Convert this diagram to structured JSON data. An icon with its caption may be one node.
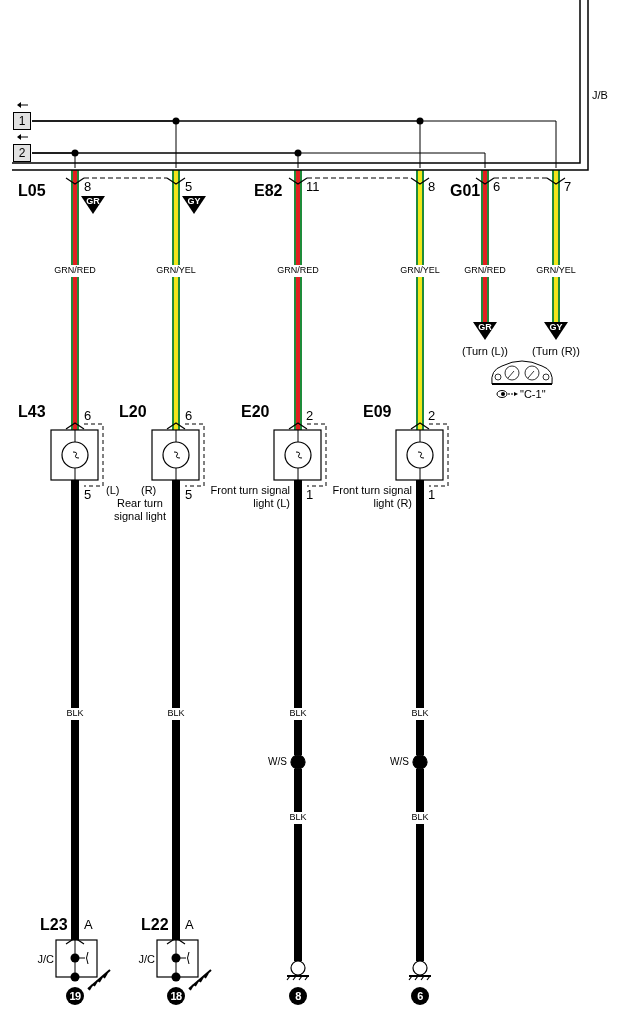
{
  "diagram": {
    "nodes": [
      {
        "text": [
          "J/B"
        ]
      },
      {
        "text": [
          "1"
        ],
        "in": 0
      },
      {
        "text": [
          "2"
        ],
        "in": 0
      },
      {
        "text": [
          "L05"
        ],
        "in": 0
      },
      {
        "text": [
          "E82"
        ],
        "in": 0
      },
      {
        "text": [
          "G01"
        ],
        "in": 0
      },
      {
        "text": [
          "L43"
        ]
      },
      {
        "text": [
          "L20"
        ]
      },
      {
        "text": [
          "E20"
        ],
        "beside": [
          "Front turn signal light (L)"
        ]
      },
      {
        "text": [
          "E09"
        ],
        "beside": [
          "Front turn signal light (R)"
        ]
      },
      {
        "text": [
          "GR"
        ],
        "beside": [
          "(Turn (L))"
        ]
      },
      {
        "text": [
          "GY"
        ],
        "beside": [
          "(Turn (R))"
        ]
      },
      {
        "text": [],
        "shape": "picture",
        "beside": [
          "\"C-1\""
        ]
      },
      {
        "text": [],
        "shape": "circle",
        "beside": [
          "W/S"
        ]
      },
      {
        "text": [],
        "shape": "circle",
        "beside": [
          "W/S"
        ]
      },
      {
        "text": [
          "L23",
          "J/C"
        ]
      },
      {
        "text": [
          "L22",
          "J/C"
        ]
      },
      {
        "text": [],
        "shape": "circle"
      },
      {
        "text": [],
        "shape": "circle"
      },
      {
        "text": [
          "GR"
        ]
      },
      {
        "text": [
          "GY"
        ]
      }
    ],
    "edges": [
      {
        "from": 1,
        "to": 3,
        "arrow": "none"
      },
      {
        "from": 1,
        "to": 4,
        "arrow": "none"
      },
      {
        "from": 1,
        "to": 5,
        "arrow": "none"
      },
      {
        "from": 2,
        "to": 3,
        "arrow": "none"
      },
      {
        "from": 2,
        "to": 4,
        "arrow": "none"
      },
      {
        "from": 2,
        "to": 5,
        "arrow": "none"
      },
      {
        "from": 3,
        "to": 6,
        "arrow": "none",
        "label": "GRN/RED",
        "style": "thick",
        "color": "#e02020"
      },
      {
        "from": 3,
        "to": 7,
        "arrow": "none",
        "label": "GRN/YEL",
        "style": "thick",
        "color": "#f2e61a"
      },
      {
        "from": 4,
        "to": 8,
        "arrow": "none",
        "label": "GRN/RED",
        "style": "thick",
        "color": "#e02020"
      },
      {
        "from": 4,
        "to": 9,
        "arrow": "none",
        "label": "GRN/YEL",
        "style": "thick",
        "color": "#f2e61a"
      },
      {
        "from": 5,
        "to": 10,
        "arrow": "none",
        "label": "GRN/RED",
        "style": "thick",
        "color": "#e02020"
      },
      {
        "from": 5,
        "to": 11,
        "arrow": "none",
        "label": "GRN/YEL",
        "style": "thick",
        "color": "#f2e61a"
      },
      {
        "from": 6,
        "to": 15,
        "arrow": "other",
        "label": "BLK",
        "style": "thick"
      },
      {
        "from": 7,
        "to": 16,
        "arrow": "other",
        "label": "BLK",
        "style": "thick"
      },
      {
        "from": 8,
        "to": 13,
        "arrow": "none",
        "label": "BLK",
        "style": "thick"
      },
      {
        "from": 13,
        "to": 17,
        "arrow": "none",
        "label": "BLK",
        "style": "thick"
      },
      {
        "from": 9,
        "to": 14,
        "arrow": "none",
        "label": "BLK",
        "style": "thick"
      },
      {
        "from": 14,
        "to": 18,
        "arrow": "none",
        "label": "BLK",
        "style": "thick"
      }
    ],
    "labels": [
      "8",
      "5",
      "11",
      "8",
      "6",
      "7",
      "6",
      "6",
      "2",
      "2",
      "5",
      "(L)",
      "(R)",
      "5",
      "Rear turn signal light",
      "1",
      "1",
      "A",
      "A",
      "19",
      "18",
      "8",
      "6"
    ]
  }
}
